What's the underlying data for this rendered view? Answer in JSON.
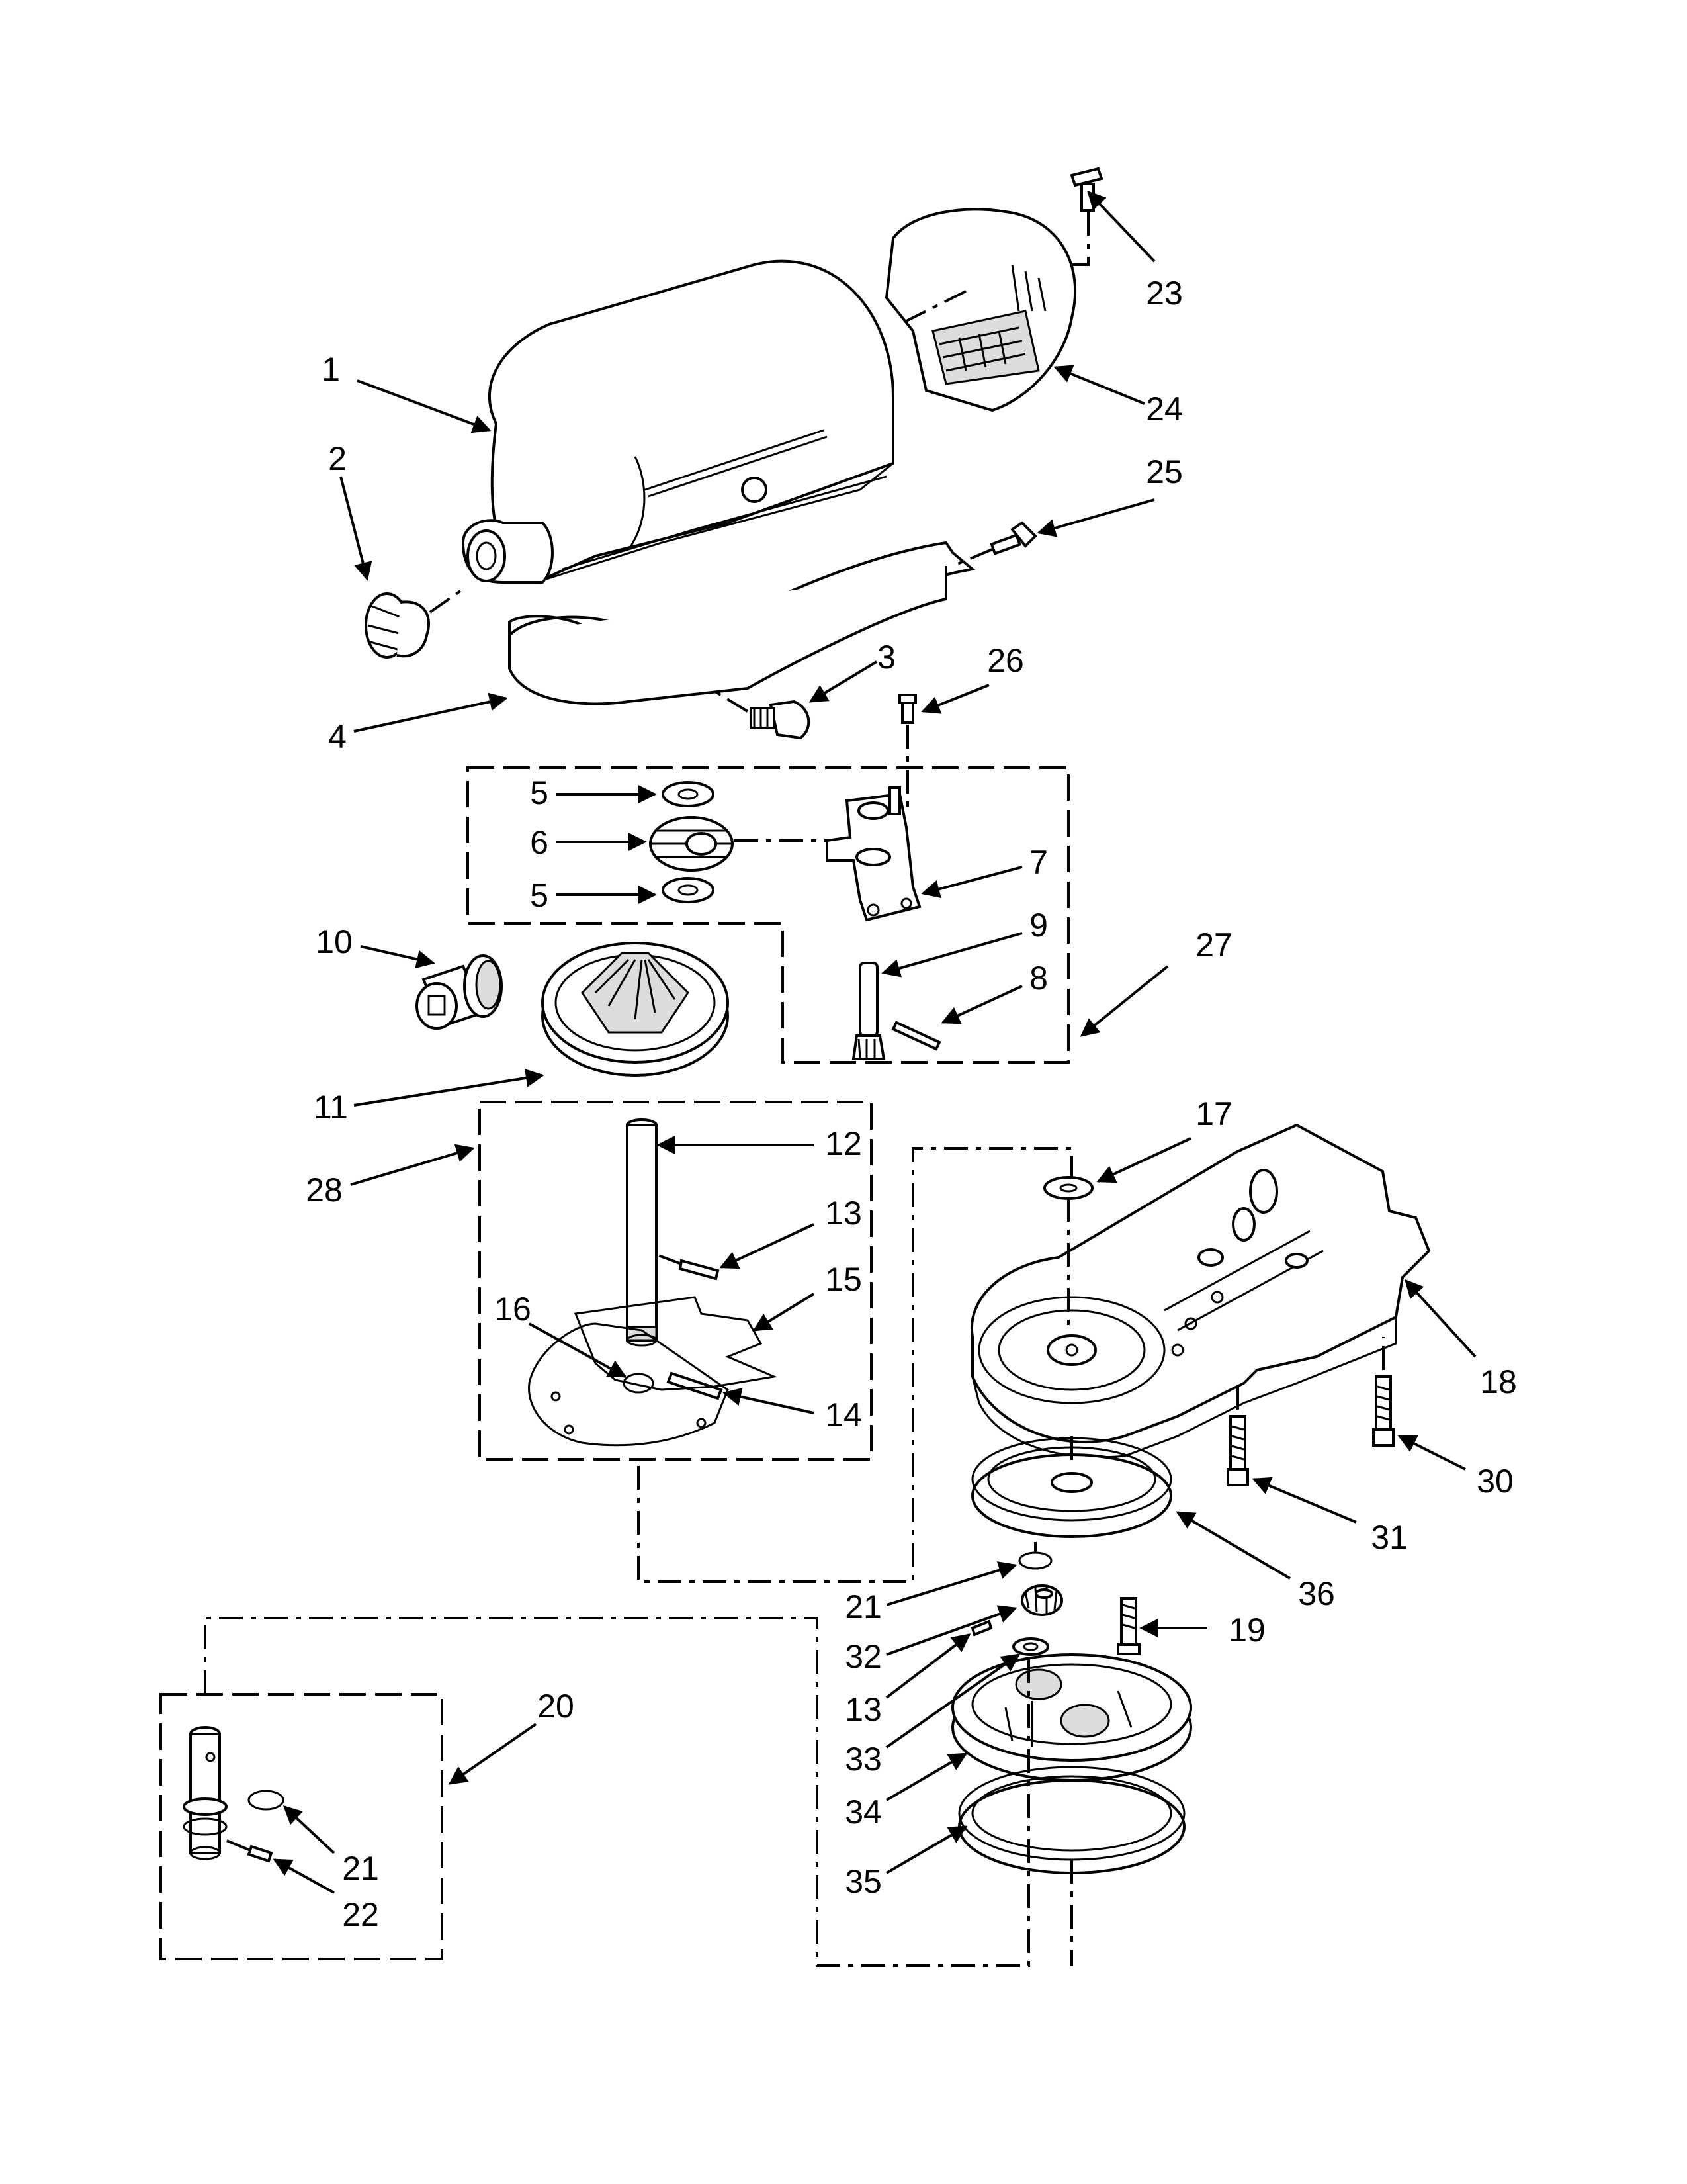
{
  "callouts": {
    "c1": "1",
    "c2": "2",
    "c3": "3",
    "c4": "4",
    "c5a": "5",
    "c5b": "5",
    "c6": "6",
    "c7": "7",
    "c8": "8",
    "c9": "9",
    "c10": "10",
    "c11": "11",
    "c12": "12",
    "c13a": "13",
    "c13b": "13",
    "c14": "14",
    "c15": "15",
    "c16": "16",
    "c17": "17",
    "c18": "18",
    "c19": "19",
    "c20": "20",
    "c21a": "21",
    "c21b": "21",
    "c22": "22",
    "c23": "23",
    "c24": "24",
    "c25": "25",
    "c26": "26",
    "c27": "27",
    "c28": "28",
    "c30": "30",
    "c31": "31",
    "c32": "32",
    "c33": "33",
    "c34": "34",
    "c35": "35",
    "c36": "36"
  },
  "colors": {
    "line": "#000000",
    "background": "#ffffff",
    "fill": "#dddddd"
  }
}
